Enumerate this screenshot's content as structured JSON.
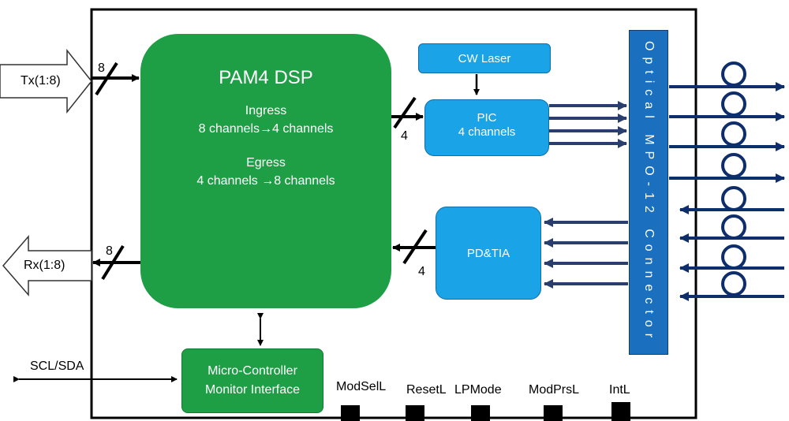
{
  "dsp": {
    "title": "PAM4 DSP",
    "ingress_label": "Ingress",
    "ingress_desc": "8 channels→4 channels",
    "egress_label": "Egress",
    "egress_desc": "4 channels →8 channels"
  },
  "cw_laser": "CW Laser",
  "pic": {
    "line1": "PIC",
    "line2": "4 channels"
  },
  "pd_tia": "PD&TIA",
  "mpo_connector": "Optical MPO-12 Connector",
  "mcu": {
    "line1": "Micro-Controller",
    "line2": "Monitor Interface"
  },
  "io": {
    "tx": "Tx(1:8)",
    "rx": "Rx(1:8)",
    "scl_sda": "SCL/SDA"
  },
  "bus_widths": {
    "tx_bus": "8",
    "rx_bus": "8",
    "pic_bus": "4",
    "pd_bus": "4"
  },
  "pins": [
    "ModSelL",
    "ResetL",
    "LPMode",
    "ModPrsL",
    "IntL"
  ],
  "colors": {
    "dsp": "#1e9e45",
    "optical_blocks": "#1aa3e6",
    "connector": "#1a6fbf",
    "fibers": "#0d2d6b",
    "lanes": "#2a3e6e"
  }
}
